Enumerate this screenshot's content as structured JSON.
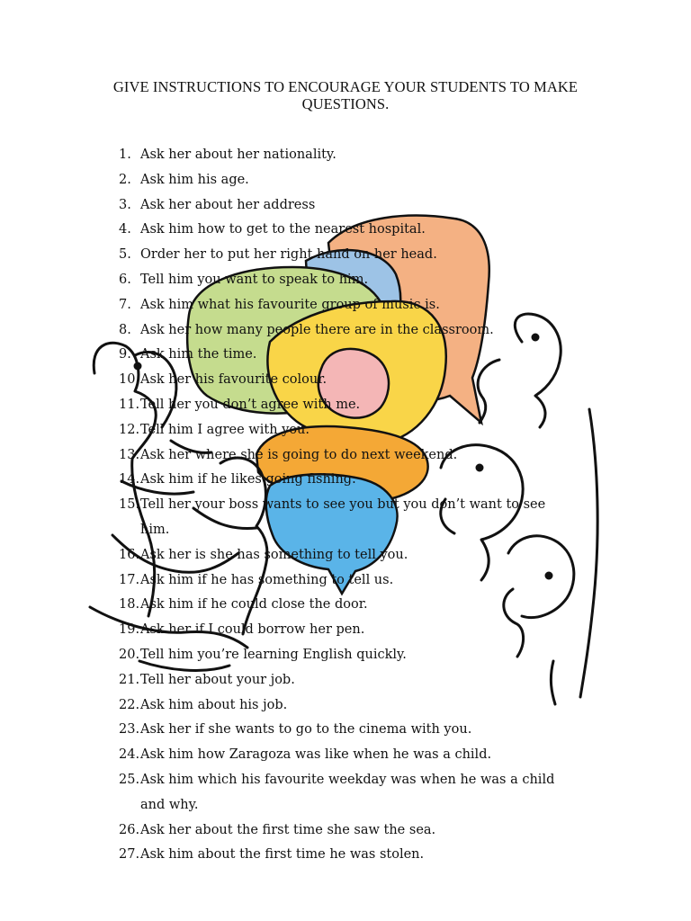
{
  "page": {
    "title": "GIVE INSTRUCTIONS TO ENCOURAGE YOUR STUDENTS TO MAKE QUESTIONS."
  },
  "illustration": {
    "icon": "speech-bubbles-and-faces-illustration",
    "colors": {
      "peach": "#F4B183",
      "light_blue": "#9DC3E6",
      "orange": "#F4A836",
      "yellow": "#F9D548",
      "green": "#C5DC8E",
      "pink": "#F4B6B6",
      "sky_blue": "#5AB4E8",
      "outline": "#111111"
    }
  },
  "items": [
    {
      "num": "1.",
      "text": "Ask her about her nationality."
    },
    {
      "num": "2.",
      "text": "Ask him his age."
    },
    {
      "num": "3.",
      "text": "Ask her about her address"
    },
    {
      "num": "4.",
      "text": "Ask him how to get to the nearest hospital."
    },
    {
      "num": "5.",
      "text": "Order her to put her right hand on her head."
    },
    {
      "num": "6.",
      "text": "Tell him you want to speak to him."
    },
    {
      "num": "7.",
      "text": "Ask him what his favourite group of music is."
    },
    {
      "num": "8.",
      "text": "Ask her how many people there are in the classroom."
    },
    {
      "num": "9.",
      "text": "Ask him the time."
    },
    {
      "num": "10.",
      "text": "Ask her his favourite colour."
    },
    {
      "num": "11.",
      "text": "Tell her you don’t agree with me."
    },
    {
      "num": "12.",
      "text": "Tell him I agree with you."
    },
    {
      "num": "13.",
      "text": "Ask her where she is going to do next weekend."
    },
    {
      "num": "14.",
      "text": "Ask him if he likes going fishing."
    },
    {
      "num": "15.",
      "text": "Tell her your boss wants to see you but you don’t want to see him."
    },
    {
      "num": "16.",
      "text": "Ask her is she has something to tell you."
    },
    {
      "num": "17.",
      "text": "Ask him if he has something to tell us."
    },
    {
      "num": "18.",
      "text": "Ask him if he could close the door."
    },
    {
      "num": "19.",
      "text": "Ask her if I could borrow her pen."
    },
    {
      "num": "20.",
      "text": "Tell him you’re learning English quickly."
    },
    {
      "num": "21.",
      "text": "Tell her about your job."
    },
    {
      "num": "22.",
      "text": "Ask him about his job."
    },
    {
      "num": "23.",
      "text": "Ask her if she wants to go to the cinema with you."
    },
    {
      "num": "24.",
      "text": "Ask him how Zaragoza was like when he was a child."
    },
    {
      "num": "25.",
      "text": "Ask him which his favourite weekday was when he was a child and why."
    },
    {
      "num": "26.",
      "text": "Ask her about the first time she saw the sea."
    },
    {
      "num": "27.",
      "text": "Ask him about the first time he was stolen."
    }
  ]
}
